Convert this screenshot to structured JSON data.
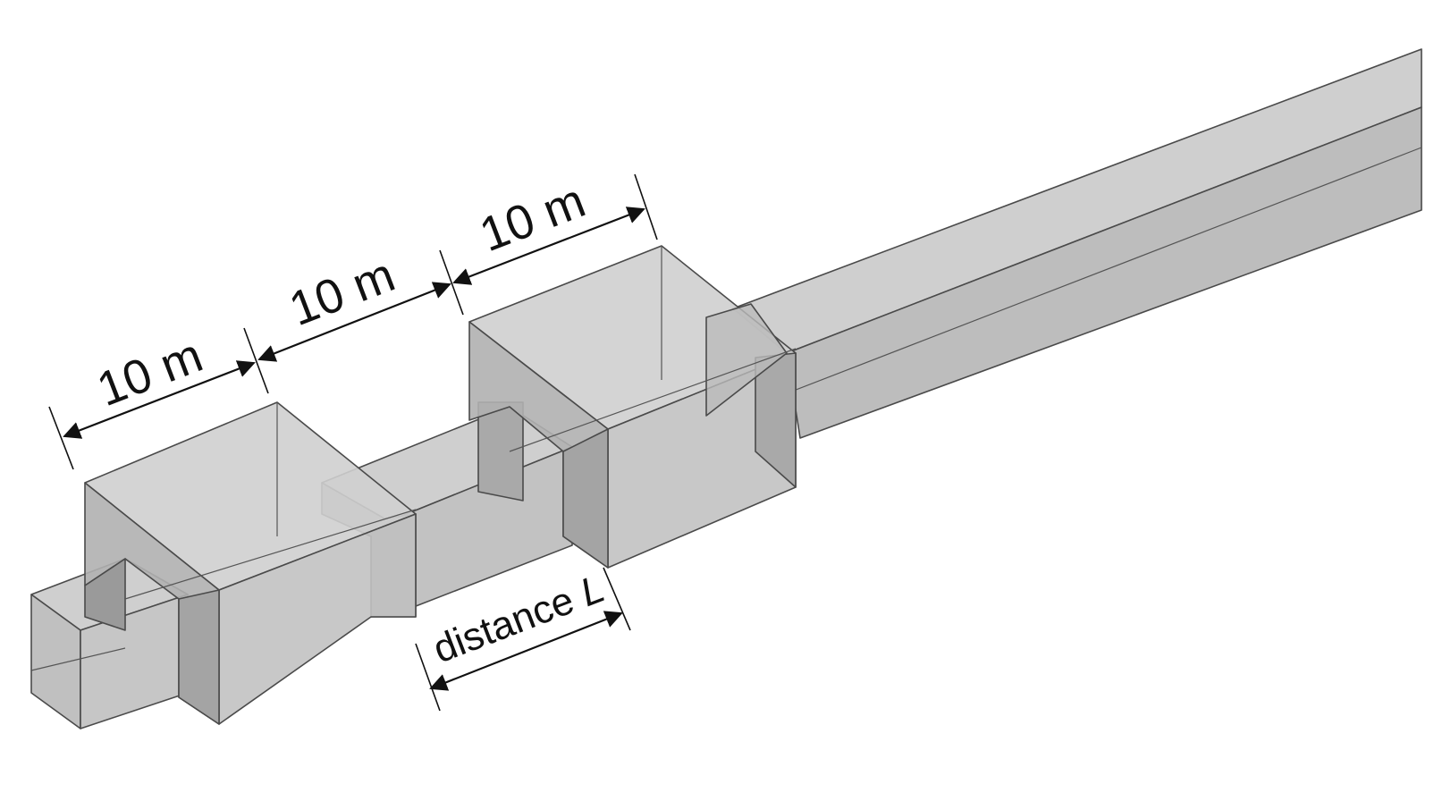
{
  "diagram": {
    "dimensions": [
      {
        "id": "dim-first-chamber",
        "label": "10 m"
      },
      {
        "id": "dim-gap",
        "label": "10 m"
      },
      {
        "id": "dim-second-chamber",
        "label": "10 m"
      },
      {
        "id": "dim-distance",
        "label": "distance ",
        "variable": "L"
      }
    ],
    "colors": {
      "duct": "#c8c8c8",
      "duct_dark": "#a9a9a9",
      "chamber": "#bdbdbd",
      "chamber_side": "#b0b0b0",
      "chamber_top": "#cfcfcf",
      "outline": "#4a4a4a",
      "annotation": "#111111"
    }
  }
}
